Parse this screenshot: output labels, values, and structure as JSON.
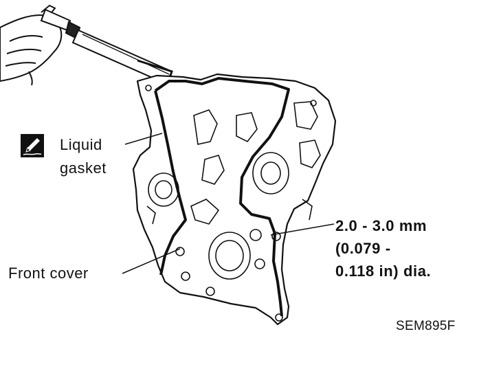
{
  "labels": {
    "liquid_gasket_line1": "Liquid",
    "liquid_gasket_line2": "gasket",
    "bead_spec_line1": "2.0 - 3.0 mm",
    "bead_spec_line2": "(0.079 -",
    "bead_spec_line3": "0.118 in) dia.",
    "front_cover": "Front cover",
    "figure_code": "SEM895F"
  },
  "icons": {
    "gasket_symbol": "liquid-gasket-pencil-icon",
    "hand": "hand-icon",
    "applicator": "sealant-tube-icon"
  },
  "colors": {
    "ink": "#111111",
    "paper": "#ffffff"
  }
}
